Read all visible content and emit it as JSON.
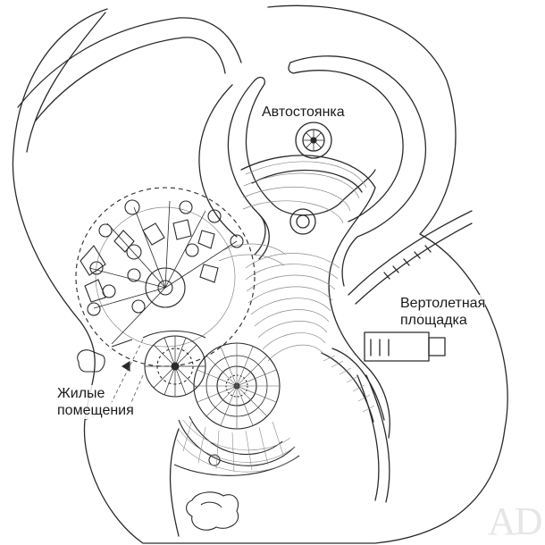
{
  "labels": {
    "parking": "Автостоянка",
    "helipad_line1": "Вертолетная",
    "helipad_line2": "площадка",
    "living_line1": "Жилые",
    "living_line2": "помещения"
  },
  "watermark": "AD",
  "colors": {
    "line": "#2a2a2a",
    "light": "#8a8a8a",
    "background": "#ffffff",
    "watermark": "#e6e6e6"
  }
}
